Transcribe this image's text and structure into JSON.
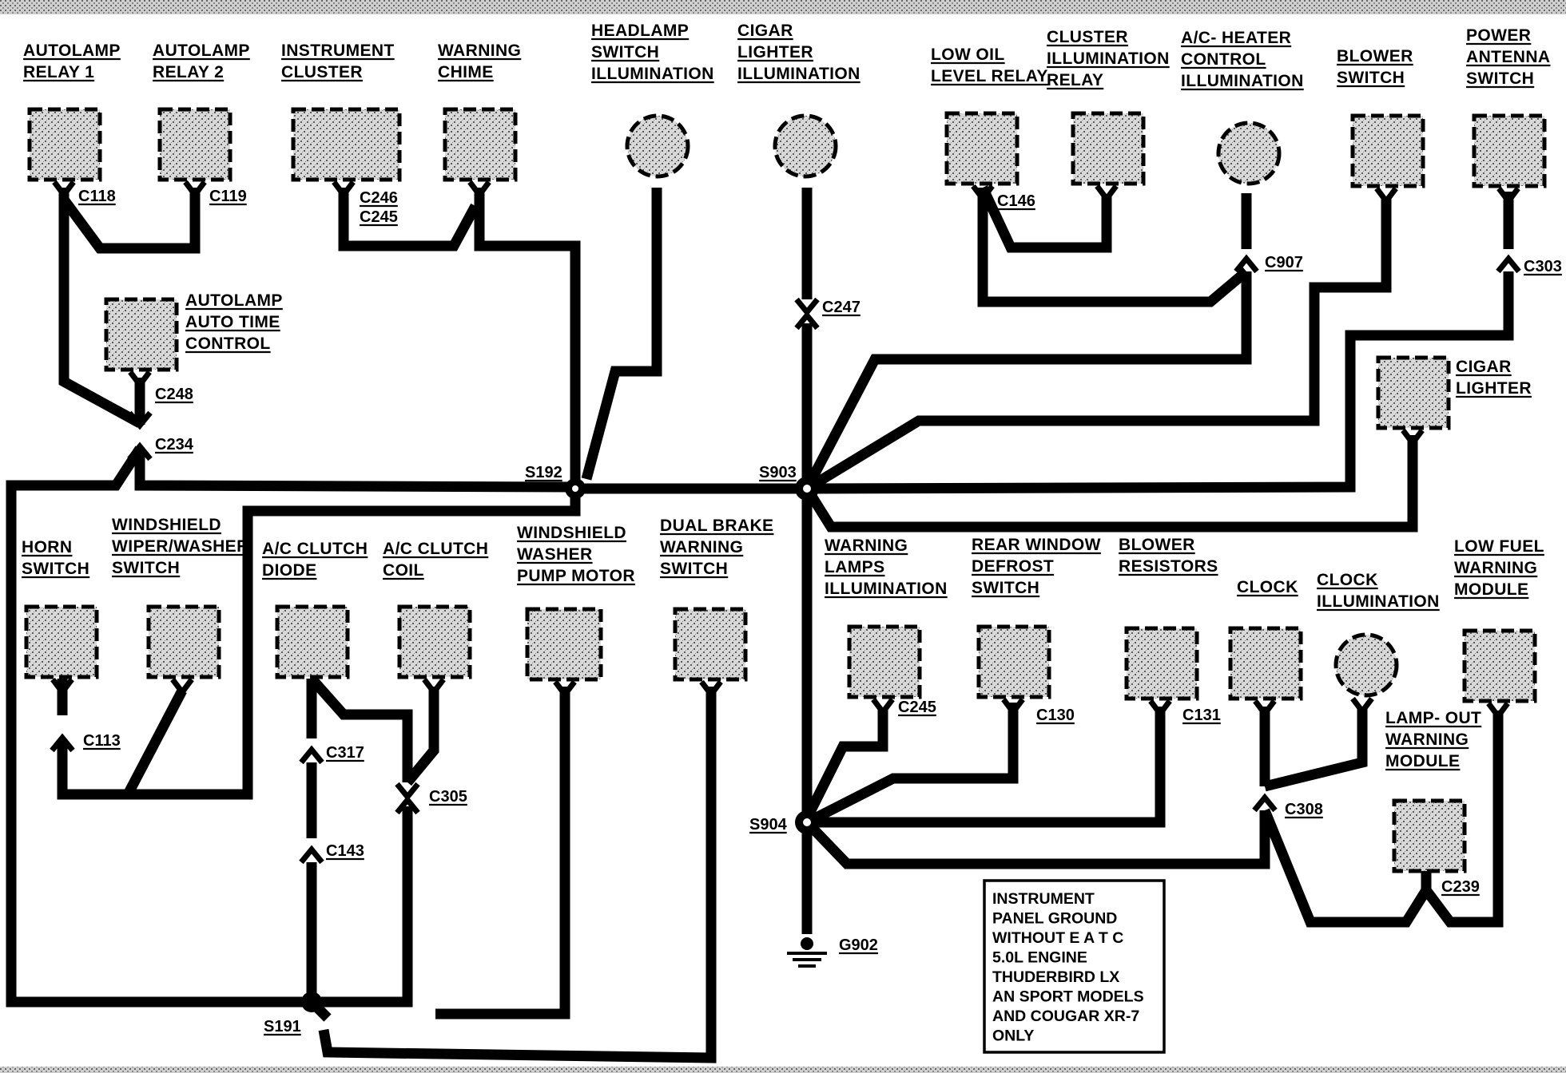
{
  "diagram": {
    "components": [
      {
        "id": "autolamp-relay-1",
        "label": [
          "AUTOLAMP",
          "RELAY 1"
        ]
      },
      {
        "id": "autolamp-relay-2",
        "label": [
          "AUTOLAMP",
          "RELAY 2"
        ]
      },
      {
        "id": "instrument-cluster",
        "label": [
          "INSTRUMENT",
          "CLUSTER"
        ]
      },
      {
        "id": "warning-chime",
        "label": [
          "WARNING",
          "CHIME"
        ]
      },
      {
        "id": "headlamp-switch-illumination",
        "label": [
          "HEADLAMP",
          "SWITCH",
          "ILLUMINATION"
        ]
      },
      {
        "id": "cigar-lighter-illumination",
        "label": [
          "CIGAR",
          "LIGHTER",
          "ILLUMINATION"
        ]
      },
      {
        "id": "low-oil-level-relay",
        "label": [
          "LOW OIL",
          "LEVEL RELAY"
        ]
      },
      {
        "id": "cluster-illumination-relay",
        "label": [
          "CLUSTER",
          "ILLUMINATION",
          "RELAY"
        ]
      },
      {
        "id": "ac-heater-control-illumination",
        "label": [
          "A/C- HEATER",
          "CONTROL",
          "ILLUMINATION"
        ]
      },
      {
        "id": "blower-switch",
        "label": [
          "BLOWER",
          "SWITCH"
        ]
      },
      {
        "id": "power-antenna-switch",
        "label": [
          "POWER",
          "ANTENNA",
          "SWITCH"
        ]
      },
      {
        "id": "autolamp-auto-time-control",
        "label": [
          "AUTOLAMP",
          "AUTO TIME",
          "CONTROL"
        ]
      },
      {
        "id": "cigar-lighter",
        "label": [
          "CIGAR",
          "LIGHTER"
        ]
      },
      {
        "id": "horn-switch",
        "label": [
          "HORN",
          "SWITCH"
        ]
      },
      {
        "id": "windshield-wiper-washer-switch",
        "label": [
          "WINDSHIELD",
          "WIPER/WASHER",
          "SWITCH"
        ]
      },
      {
        "id": "ac-clutch-diode",
        "label": [
          "A/C CLUTCH",
          "DIODE"
        ]
      },
      {
        "id": "ac-clutch-coil",
        "label": [
          "A/C CLUTCH",
          "COIL"
        ]
      },
      {
        "id": "windshield-washer-pump-motor",
        "label": [
          "WINDSHIELD",
          "WASHER",
          "PUMP MOTOR"
        ]
      },
      {
        "id": "dual-brake-warning-switch",
        "label": [
          "DUAL BRAKE",
          "WARNING",
          "SWITCH"
        ]
      },
      {
        "id": "warning-lamps-illumination",
        "label": [
          "WARNING",
          "LAMPS",
          "ILLUMINATION"
        ]
      },
      {
        "id": "rear-window-defrost-switch",
        "label": [
          "REAR WINDOW",
          "DEFROST",
          "SWITCH"
        ]
      },
      {
        "id": "blower-resistors",
        "label": [
          "BLOWER",
          "RESISTORS"
        ]
      },
      {
        "id": "clock",
        "label": [
          "CLOCK"
        ]
      },
      {
        "id": "clock-illumination",
        "label": [
          "CLOCK",
          "ILLUMINATION"
        ]
      },
      {
        "id": "low-fuel-warning-module",
        "label": [
          "LOW FUEL",
          "WARNING",
          "MODULE"
        ]
      },
      {
        "id": "lamp-out-warning-module",
        "label": [
          "LAMP- OUT",
          "WARNING",
          "MODULE"
        ]
      }
    ],
    "connectors": {
      "c118": "C118",
      "c119": "C119",
      "c246": "C246",
      "c245a": "C245",
      "c146": "C146",
      "c907": "C907",
      "c303": "C303",
      "c247": "C247",
      "c248": "C248",
      "c234": "C234",
      "c113": "C113",
      "c317": "C317",
      "c305": "C305",
      "c143": "C143",
      "c245b": "C245",
      "c130": "C130",
      "c131": "C131",
      "c308": "C308",
      "c239": "C239"
    },
    "splices": {
      "s192": "S192",
      "s903": "S903",
      "s904": "S904",
      "s191": "S191"
    },
    "ground": {
      "g902": "G902"
    },
    "note": [
      "INSTRUMENT",
      "PANEL GROUND",
      "WITHOUT E A T C",
      "5.0L ENGINE",
      "THUDERBIRD LX",
      "AN SPORT MODELS",
      "AND COUGAR XR-7",
      "ONLY"
    ]
  }
}
